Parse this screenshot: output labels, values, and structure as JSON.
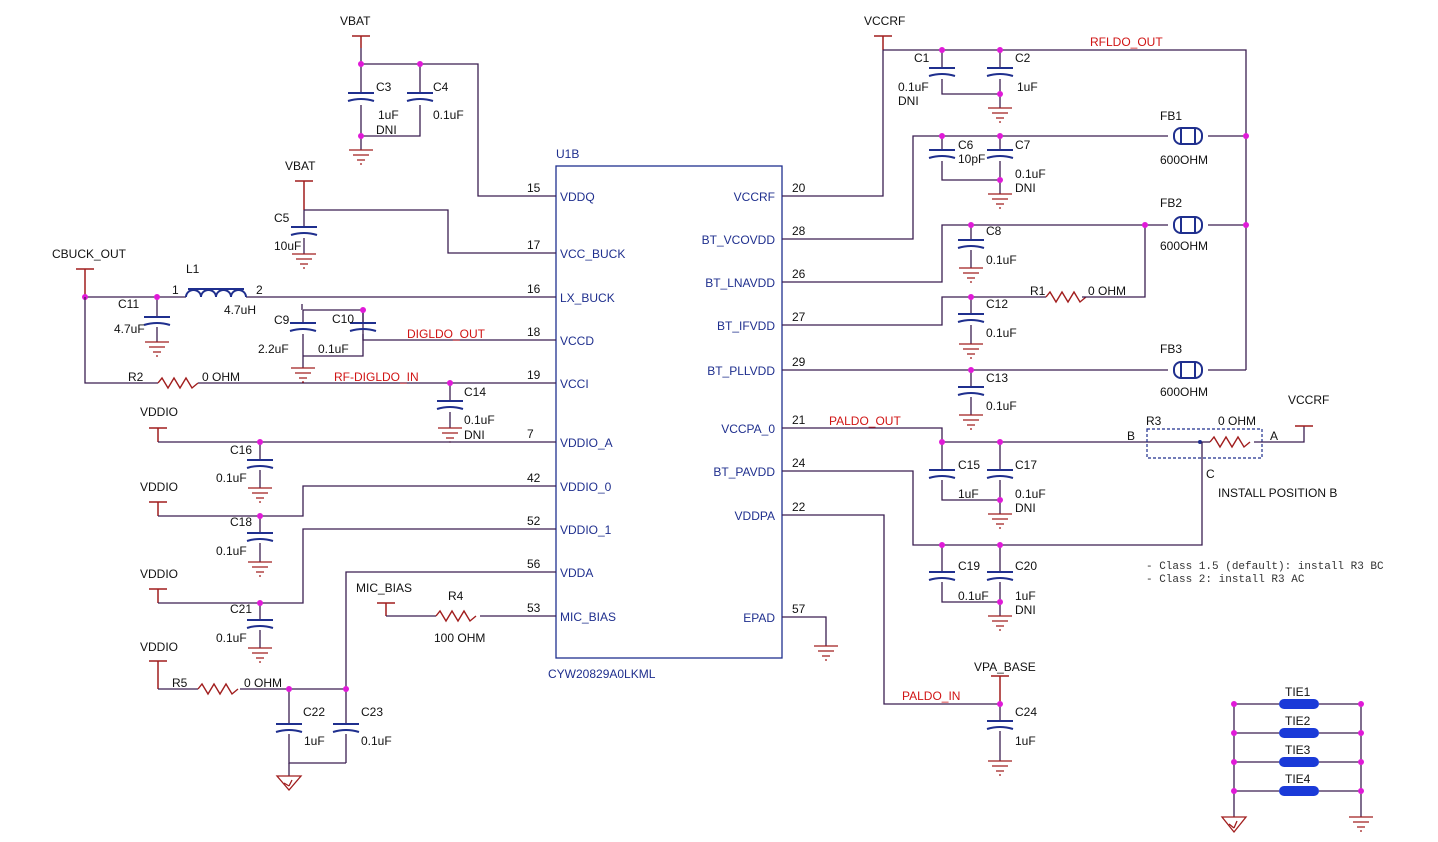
{
  "power": {
    "vbat_top": "VBAT",
    "vbat_mid": "VBAT",
    "vccrf_top": "VCCRF",
    "vccrf_right": "VCCRF",
    "cbuck_out": "CBUCK_OUT",
    "vddio_1": "VDDIO",
    "vddio_2": "VDDIO",
    "vddio_3": "VDDIO",
    "vddio_4": "VDDIO",
    "mic_bias": "MIC_BIAS",
    "vpa_base": "VPA_BASE"
  },
  "net_labels": {
    "rfldo_out": "RFLDO_OUT",
    "digldo_out": "DIGLDO_OUT",
    "rf_digldo_in": "RF-DIGLDO_IN",
    "paldo_out": "PALDO_OUT",
    "paldo_in": "PALDO_IN"
  },
  "ic": {
    "ref": "U1B",
    "part": "CYW20829A0LKML",
    "left_pins": [
      {
        "num": "15",
        "name": "VDDQ"
      },
      {
        "num": "17",
        "name": "VCC_BUCK"
      },
      {
        "num": "16",
        "name": "LX_BUCK"
      },
      {
        "num": "18",
        "name": "VCCD"
      },
      {
        "num": "19",
        "name": "VCCI"
      },
      {
        "num": "7",
        "name": "VDDIO_A"
      },
      {
        "num": "42",
        "name": "VDDIO_0"
      },
      {
        "num": "52",
        "name": "VDDIO_1"
      },
      {
        "num": "56",
        "name": "VDDA"
      },
      {
        "num": "53",
        "name": "MIC_BIAS"
      }
    ],
    "right_pins": [
      {
        "num": "20",
        "name": "VCCRF"
      },
      {
        "num": "28",
        "name": "BT_VCOVDD"
      },
      {
        "num": "26",
        "name": "BT_LNAVDD"
      },
      {
        "num": "27",
        "name": "BT_IFVDD"
      },
      {
        "num": "29",
        "name": "BT_PLLVDD"
      },
      {
        "num": "21",
        "name": "VCCPA_0"
      },
      {
        "num": "24",
        "name": "BT_PAVDD"
      },
      {
        "num": "22",
        "name": "VDDPA"
      },
      {
        "num": "57",
        "name": "EPAD"
      }
    ]
  },
  "components": {
    "c3": {
      "ref": "C3",
      "value": "1uF",
      "note": "DNI"
    },
    "c4": {
      "ref": "C4",
      "value": "0.1uF"
    },
    "c5": {
      "ref": "C5",
      "value": "10uF"
    },
    "l1": {
      "ref": "L1",
      "value": "4.7uH",
      "pin1": "1",
      "pin2": "2"
    },
    "c11": {
      "ref": "C11",
      "value": "4.7uF"
    },
    "c9": {
      "ref": "C9",
      "value": "2.2uF"
    },
    "c10": {
      "ref": "C10",
      "value": "0.1uF"
    },
    "r2": {
      "ref": "R2",
      "value": "0 OHM"
    },
    "c14": {
      "ref": "C14",
      "value": "0.1uF",
      "note": "DNI"
    },
    "c16": {
      "ref": "C16",
      "value": "0.1uF"
    },
    "c18": {
      "ref": "C18",
      "value": "0.1uF"
    },
    "c21": {
      "ref": "C21",
      "value": "0.1uF"
    },
    "r4": {
      "ref": "R4",
      "value": "100 OHM"
    },
    "r5": {
      "ref": "R5",
      "value": "0 OHM"
    },
    "c22": {
      "ref": "C22",
      "value": "1uF"
    },
    "c23": {
      "ref": "C23",
      "value": "0.1uF"
    },
    "c1": {
      "ref": "C1",
      "value": "0.1uF",
      "note": "DNI"
    },
    "c2": {
      "ref": "C2",
      "value": "1uF"
    },
    "c6": {
      "ref": "C6",
      "value": "10pF"
    },
    "c7": {
      "ref": "C7",
      "value": "0.1uF",
      "note": "DNI"
    },
    "c8": {
      "ref": "C8",
      "value": "0.1uF"
    },
    "c12": {
      "ref": "C12",
      "value": "0.1uF"
    },
    "c13": {
      "ref": "C13",
      "value": "0.1uF"
    },
    "r1": {
      "ref": "R1",
      "value": "0 OHM"
    },
    "fb1": {
      "ref": "FB1",
      "value": "600OHM"
    },
    "fb2": {
      "ref": "FB2",
      "value": "600OHM"
    },
    "fb3": {
      "ref": "FB3",
      "value": "600OHM"
    },
    "c15": {
      "ref": "C15",
      "value": "1uF"
    },
    "c17": {
      "ref": "C17",
      "value": "0.1uF",
      "note": "DNI"
    },
    "c19": {
      "ref": "C19",
      "value": "0.1uF"
    },
    "c20": {
      "ref": "C20",
      "value": "1uF",
      "note": "DNI"
    },
    "c24": {
      "ref": "C24",
      "value": "1uF"
    },
    "r3": {
      "ref": "R3",
      "value": "0 OHM",
      "pin_a": "A",
      "pin_b": "B",
      "pin_c": "C",
      "note": "INSTALL POSITION B"
    }
  },
  "notes": {
    "line1": "- Class 1.5 (default): install R3 BC",
    "line2": "- Class 2: install R3 AC"
  },
  "ties": [
    "TIE1",
    "TIE2",
    "TIE3",
    "TIE4"
  ]
}
